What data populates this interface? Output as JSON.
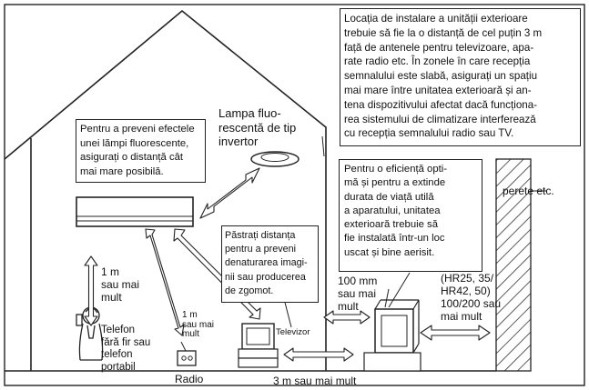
{
  "notes": {
    "outdoor_location": "Locația de instalare a unității exterioare\ntrebuie să fie la o distanță de cel puțin 3 m\nfață de antenele pentru televizoare, apa-\nrate radio etc. În zonele în care recepția\nsemnalului este slabă, asigurați un spațiu\nmai mare între unitatea exterioară și an-\ntena dispozitivului afectat dacă funcționa-\nrea sistemului de climatizare interferează\ncu recepția semnalului radio sau TV.",
    "fluorescent": "Pentru a preveni efectele\nunei lămpi fluorescente,\nasigurați o distanță cât\nmai mare posibilă.",
    "efficiency": "Pentru o eficiență opti-\nmă și pentru a extinde\ndurata de viață utilă\na aparatului, unitatea\nexterioară trebuie să\nfie instalată într-un loc\nuscat și bine aerisit.",
    "tv_distance": "Păstrați distanța\npentru a preveni\ndenaturarea imagi-\nnii sau producerea\nde zgomot."
  },
  "labels": {
    "lamp": "Lampa fluo-\nrescentă de tip\ninvertor",
    "wall": "perete etc.",
    "phone_distance": "1 m\nsau mai\nmult",
    "phone": "Telefon\nfără fir sau\ntelefon\nportabil",
    "radio_distance": "1 m\nsau mai\nmult",
    "tv": "Televizor",
    "radio": "Radio",
    "distance_100": "100 mm\nsau mai\nmult",
    "model_distance": "(HR25, 35/\nHR42, 50)\n100/200 sau\nmai mult",
    "floor_distance": "3 m sau mai mult"
  }
}
